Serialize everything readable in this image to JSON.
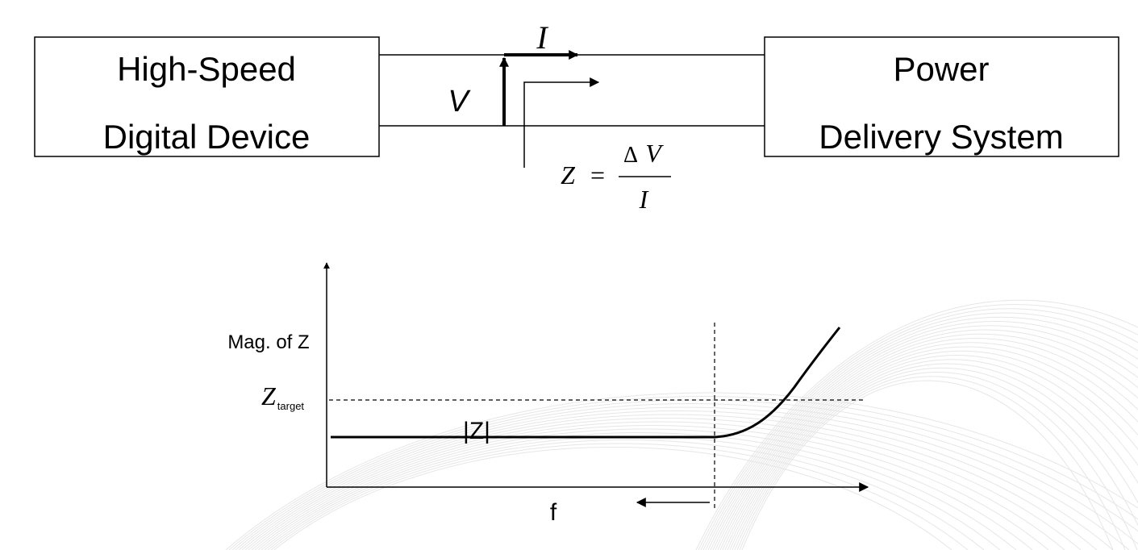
{
  "device_box": {
    "line1": "High-Speed",
    "line2": "Digital Device"
  },
  "pds_box": {
    "line1": "Power",
    "line2": "Delivery System"
  },
  "labels": {
    "voltage": "V",
    "current": "I",
    "z_symbol": "Z",
    "equals": "=",
    "delta": "Δ",
    "numerator_v": "V",
    "denominator_i": "I"
  },
  "graph": {
    "y_axis_label": "Mag. of Z",
    "x_axis_label": "f",
    "target_symbol": "Z",
    "target_subscript": "target",
    "curve_label": "|Z|"
  }
}
